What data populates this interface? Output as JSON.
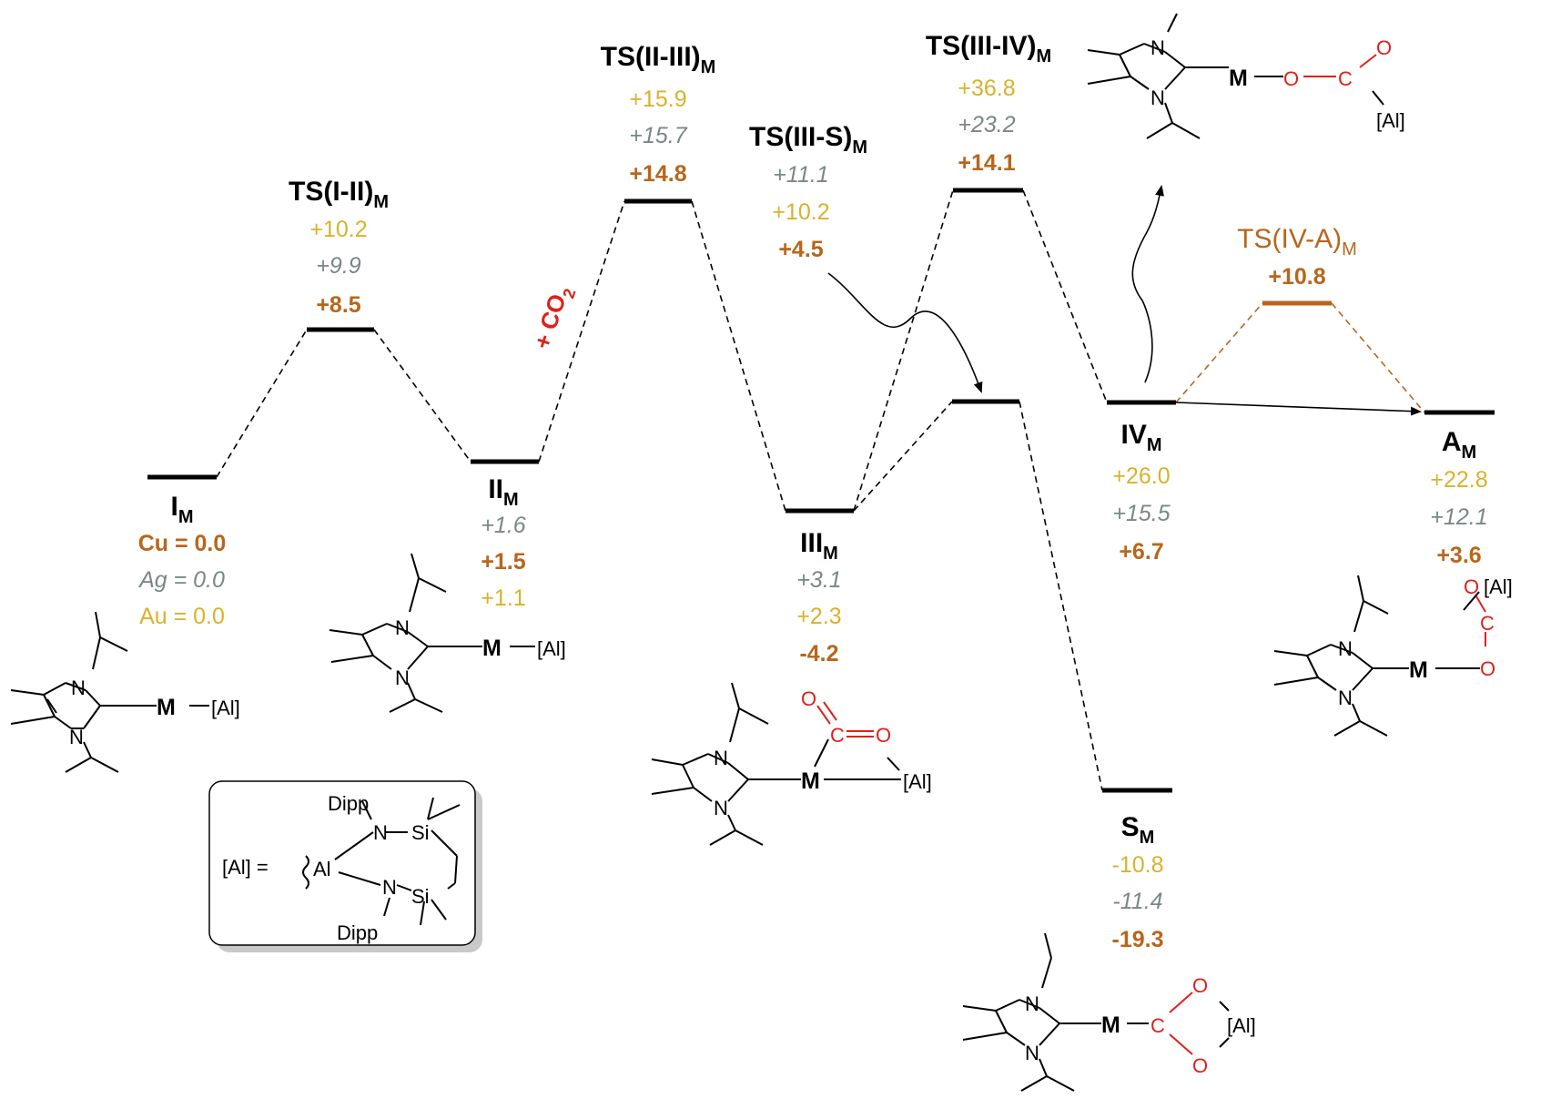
{
  "colors": {
    "cu": "#b8661b",
    "ag": "#7a8787",
    "au": "#d9b22a",
    "co2": "#e0201b",
    "line": "#000000"
  },
  "states": {
    "I": {
      "name": "I",
      "sub": "M",
      "v1": "Cu = 0.0",
      "v2": "Ag = 0.0",
      "v3": "Au = 0.0"
    },
    "TS_I_II": {
      "name": "TS(I-II)",
      "sub": "M",
      "v1": "+10.2",
      "v2": "+9.9",
      "v3": "+8.5"
    },
    "II": {
      "name": "II",
      "sub": "M",
      "v1": "+1.6",
      "v2": "+1.5",
      "v3": "+1.1"
    },
    "TS_II_III": {
      "name": "TS(II-III)",
      "sub": "M",
      "v1": "+15.9",
      "v2": "+15.7",
      "v3": "+14.8"
    },
    "TS_III_S": {
      "name": "TS(III-S)",
      "sub": "M",
      "v1": "+11.1",
      "v2": "+10.2",
      "v3": "+4.5"
    },
    "III": {
      "name": "III",
      "sub": "M",
      "v1": "+3.1",
      "v2": "+2.3",
      "v3": "-4.2"
    },
    "TS_III_IV": {
      "name": "TS(III-IV)",
      "sub": "M",
      "v1": "+36.8",
      "v2": "+23.2",
      "v3": "+14.1"
    },
    "IV": {
      "name": "IV",
      "sub": "M",
      "v1": "+26.0",
      "v2": "+15.5",
      "v3": "+6.7"
    },
    "TS_IV_A": {
      "name": "TS(IV-A)",
      "sub": "M",
      "v1": "+10.8"
    },
    "A": {
      "name": "A",
      "sub": "M",
      "v1": "+22.8",
      "v2": "+12.1",
      "v3": "+3.6"
    },
    "S": {
      "name": "S",
      "sub": "M",
      "v1": "-10.8",
      "v2": "-11.4",
      "v3": "-19.3"
    }
  },
  "co2_label": "+ CO",
  "co2_sub": "2",
  "molecule": {
    "metal": "M",
    "al": "[Al]",
    "n": "N",
    "o": "O",
    "c": "C"
  },
  "legend": {
    "lhs": "[Al] =",
    "al": "Al",
    "dipp_top": "Dipp",
    "dipp_bottom": "Dipp",
    "n": "N",
    "si": "Si"
  }
}
